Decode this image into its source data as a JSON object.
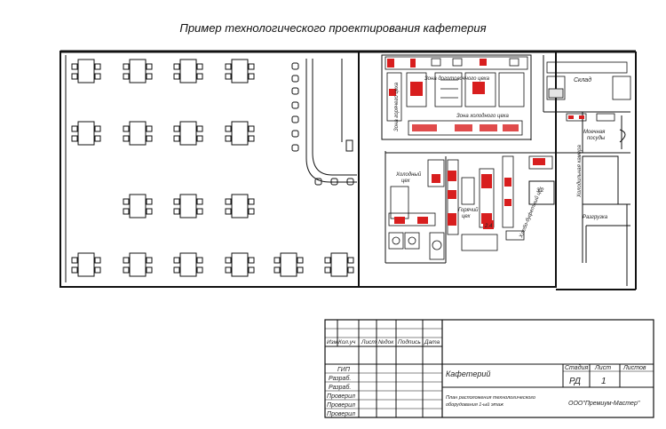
{
  "title": "Пример технологического проектирования кафетерия",
  "zones": {
    "dough": "Зона доготовочного цеха",
    "hot_vert": "Зона горячего цеха",
    "cold_zone": "Зона холодного цеха",
    "warehouse": "Склад",
    "dishwash_1": "Моечная",
    "dishwash_2": "посуды",
    "fridge_chamber": "Холодильная камера",
    "unloading": "Разгрузка",
    "cold_shop_1": "Холодный",
    "cold_shop_2": "цех",
    "hot_shop_1": "Горячий",
    "hot_shop_2": "цех",
    "bread_buffet": "Хлебо-буфетный цех",
    "badge_24": "2.4",
    "badge_32": "3.2"
  },
  "stamp": {
    "headers": [
      "Изм",
      "Кол.уч",
      "Лист",
      "№док",
      "Подпись",
      "Дата"
    ],
    "roles": [
      "ГИП",
      "Разраб.",
      "Разраб.",
      "Проверил",
      "Проверил",
      "Проверил"
    ],
    "object_name": "Кафетерий",
    "description_1": "План расположения технологического",
    "description_2": "оборудования 1-ый этаж",
    "stage_label": "Стадия",
    "sheet_label": "Лист",
    "sheets_label": "Листов",
    "stage_value": "РД",
    "sheet_value": "1",
    "company": "ООО\"Премиум-Мастер\""
  },
  "colors": {
    "equipment_red": "#d81e1e",
    "line": "#111111"
  }
}
